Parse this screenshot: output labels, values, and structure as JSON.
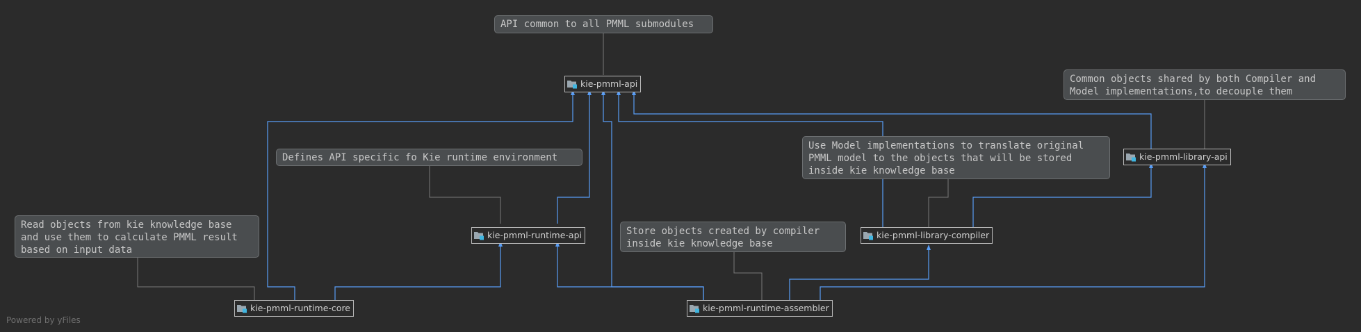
{
  "colors": {
    "background": "#2b2b2b",
    "dependency_edge": "#589df6",
    "note_edge": "#7a7a7a",
    "node_border": "#b9b9b9",
    "note_fill": "#4a4d4f",
    "folder_icon": "#9aa7b0",
    "module_badge": "#40b6e0"
  },
  "nodes": {
    "api": "kie-pmml-api",
    "library_api": "kie-pmml-library-api",
    "runtime_api": "kie-pmml-runtime-api",
    "library_compiler": "kie-pmml-library-compiler",
    "runtime_core": "kie-pmml-runtime-core",
    "runtime_assembler": "kie-pmml-runtime-assembler"
  },
  "notes": {
    "api": "API common to all PMML submodules",
    "library_api": "Common objects shared by both Compiler and\nModel implementations,to decouple them",
    "runtime_api": "Defines API specific fo Kie runtime environment",
    "library_compiler": "Use Model implementations to translate original\nPMML model to the objects that will be stored\ninside kie knowledge base",
    "runtime_core": "Read objects from kie knowledge base\nand use them to calculate PMML result\nbased on input data",
    "runtime_assembler": "Store objects created by compiler\ninside kie knowledge base"
  },
  "footer": {
    "powered_by": "Powered by yFiles"
  },
  "icons": {
    "module": "folder-module-icon"
  }
}
